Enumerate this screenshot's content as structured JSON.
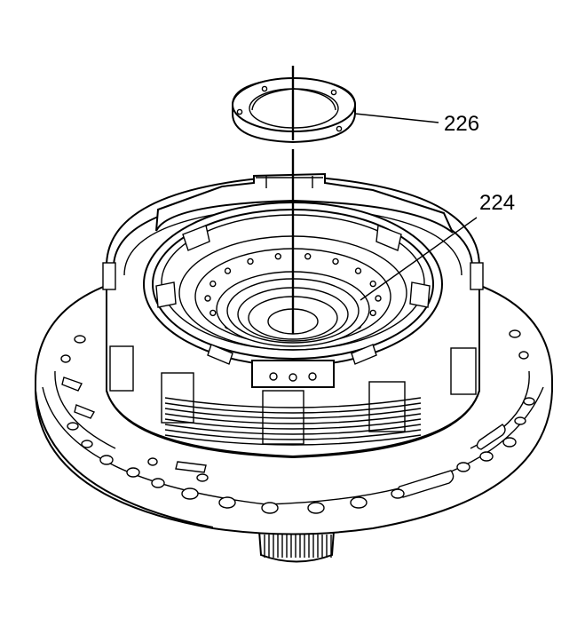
{
  "diagram": {
    "callouts": [
      {
        "id": "washer",
        "label": "226"
      },
      {
        "id": "housing",
        "label": "224"
      }
    ]
  },
  "colors": {
    "line": "#000000",
    "background": "#ffffff"
  }
}
